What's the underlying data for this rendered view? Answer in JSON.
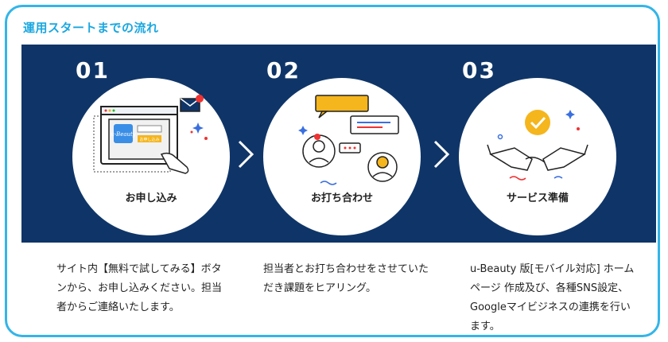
{
  "section": {
    "title": "運用スタートまでの流れ"
  },
  "steps": [
    {
      "number": "01",
      "label": "お申し込み",
      "description": "サイト内【無料で試してみる】ボタンから、お申し込みください。担当者からご連絡いたします。",
      "illustration": {
        "logo_text": "u-Beauty",
        "button_text": "お申し込み"
      }
    },
    {
      "number": "02",
      "label": "お打ち合わせ",
      "description": "担当者とお打ち合わせをさせていただき課題をヒアリング。"
    },
    {
      "number": "03",
      "label": "サービス準備",
      "description": "u-Beauty 版[モバイル対応] ホームページ 作成及び、各種SNS設定、Googleマイビジネスの連携を行います。"
    }
  ],
  "colors": {
    "accent": "#1aa7e0",
    "banner": "#0f3568",
    "check": "#f5b51d"
  }
}
